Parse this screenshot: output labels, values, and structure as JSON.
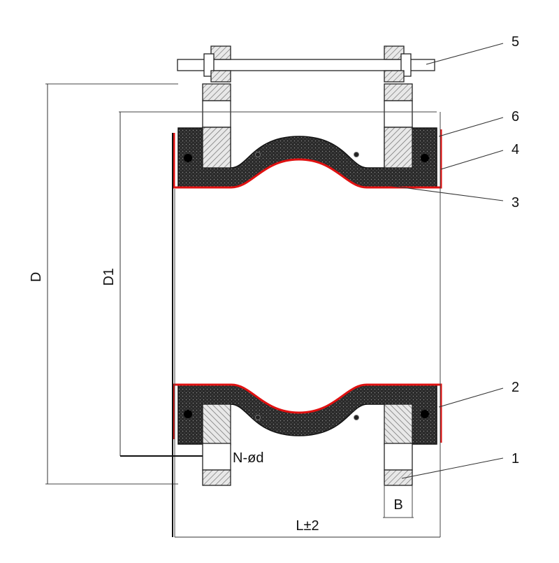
{
  "callouts": [
    "1",
    "2",
    "3",
    "4",
    "5",
    "6"
  ],
  "dimensions": {
    "overall_diameter": "D",
    "bolt_circle_diameter": "D1",
    "bolt_holes": "N-ød",
    "flange_thickness": "B",
    "length": "L±2"
  },
  "colors": {
    "line": "#222222",
    "rubber": "#2b2b2b",
    "liner": "#e01010",
    "flange": "#e6e6e6",
    "hatch": "#666666"
  }
}
